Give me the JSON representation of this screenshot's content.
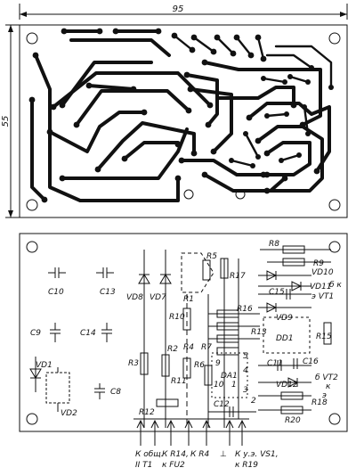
{
  "dimensions": {
    "width": "95",
    "height": "55"
  },
  "pcb_labels": {
    "r1": "R1",
    "r2": "R2",
    "r3": "R3",
    "r4": "R4",
    "r5": "R5",
    "r6": "R6",
    "r7": "R7",
    "r8": "R8",
    "r9": "R9",
    "r10": "R10",
    "r11": "R11",
    "r12": "R12",
    "r13": "R13",
    "r15": "R15",
    "r16": "R16",
    "r17": "R17",
    "r18": "R18",
    "r20": "R20",
    "c8": "C8",
    "c9": "C9",
    "c10": "C10",
    "c11": "C11",
    "c12": "C12",
    "c13": "C13",
    "c14": "C14",
    "c15": "C15",
    "c16": "C16",
    "vd1": "VD1",
    "vd2": "VD2",
    "vd7": "VD7",
    "vd8": "VD8",
    "vd9": "VD9",
    "vd10": "VD10",
    "vd11": "VD11",
    "vd12": "VD12",
    "da1": "DA1",
    "dd1": "DD1",
    "vt1": "э VT1",
    "vt2": "б VT2",
    "k_mark": "б к",
    "vt2_k": "к",
    "vt2_e": "э",
    "pin1": "1",
    "pin2": "2",
    "pin3": "3",
    "pin4": "4",
    "pin5": "5",
    "pin9": "9",
    "pin10": "10"
  },
  "bottom_labels": {
    "k_obsh": "К общ.",
    "ii_t1": "II T1",
    "k_r14": "К R14,",
    "k_fu2": "к FU2",
    "k_r4": "К  R4",
    "ground": "⊥",
    "k_uz_vs1": "К у.э. VS1,",
    "k_r19": "к R19"
  }
}
